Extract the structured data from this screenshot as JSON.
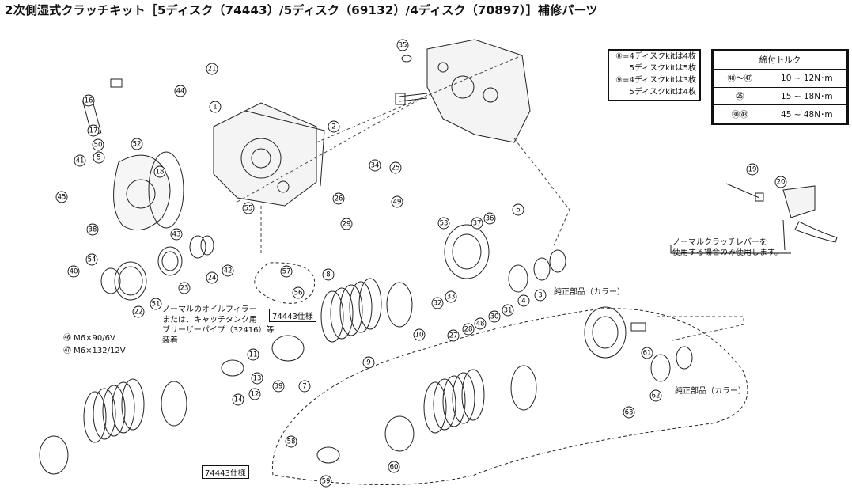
{
  "title": "2次側湿式クラッチキット［5ディスク（74443）/5ディスク（69132）/4ディスク（70897）］補修パーツ",
  "disc_note": {
    "lines": [
      "⑧=4ディスクkitは4枚",
      "5ディスクkitは5枚",
      "⑨=4ディスクkitは3枚",
      "5ディスクkitは4枚"
    ]
  },
  "torque_table": {
    "header": "締付トルク",
    "rows": [
      {
        "parts": "㊵～㊼",
        "value": "10 ~ 12N･m"
      },
      {
        "parts": "㉕",
        "value": "15 ~ 18N･m"
      },
      {
        "parts": "㉚㊸",
        "value": "45 ~ 48N･m"
      }
    ]
  },
  "notes": {
    "lever_note": [
      "ノーマルクラッチレバーを",
      "使用する場合のみ使用します。"
    ],
    "oil_filler_note": [
      "ノーマルのオイルフィラー",
      "または、キャッチタンク用",
      "ブリーザーパイプ（32416）等",
      "装着"
    ],
    "genuine_collar_1": "純正部品（カラー）",
    "genuine_collar_2": "純正部品（カラー）",
    "spec_74443_a": "74443仕様",
    "spec_74443_b": "74443仕様",
    "bolt_46": "㊻ M6×90/6V",
    "bolt_47": "㊼ M6×132/12V"
  },
  "callouts": [
    "1",
    "2",
    "3",
    "4",
    "5",
    "6",
    "7",
    "8",
    "9",
    "10",
    "11",
    "12",
    "13",
    "14",
    "16",
    "17",
    "18",
    "19",
    "20",
    "21",
    "22",
    "23",
    "24",
    "25",
    "26",
    "27",
    "28",
    "29",
    "30",
    "31",
    "32",
    "33",
    "34",
    "35",
    "36",
    "37",
    "38",
    "39",
    "40",
    "41",
    "42",
    "43",
    "44",
    "45",
    "48",
    "49",
    "50",
    "51",
    "52",
    "53",
    "54",
    "55",
    "56",
    "57",
    "58",
    "59",
    "60",
    "61",
    "62",
    "63"
  ]
}
